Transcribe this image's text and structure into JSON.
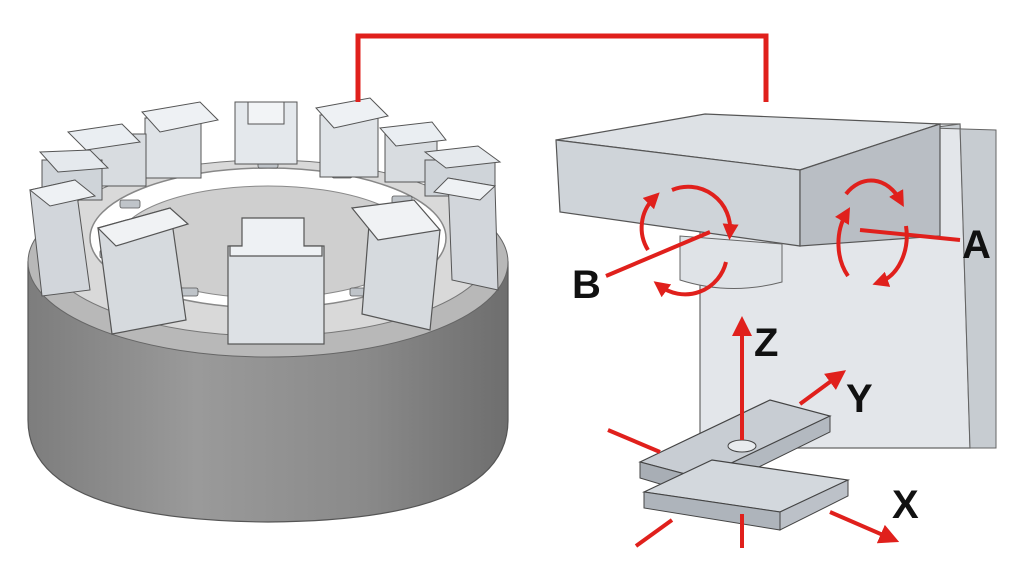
{
  "labels": {
    "axis_x": "X",
    "axis_y": "Y",
    "axis_z": "Z",
    "rot_a": "A",
    "rot_b": "B"
  },
  "colors": {
    "annotation_red": "#e0201c",
    "metal_light": "#e6eaee",
    "metal_mid": "#c9ced4",
    "metal_dark": "#a9aeb4",
    "base_grey": "#8c8c8c",
    "text_dark": "#111111"
  }
}
